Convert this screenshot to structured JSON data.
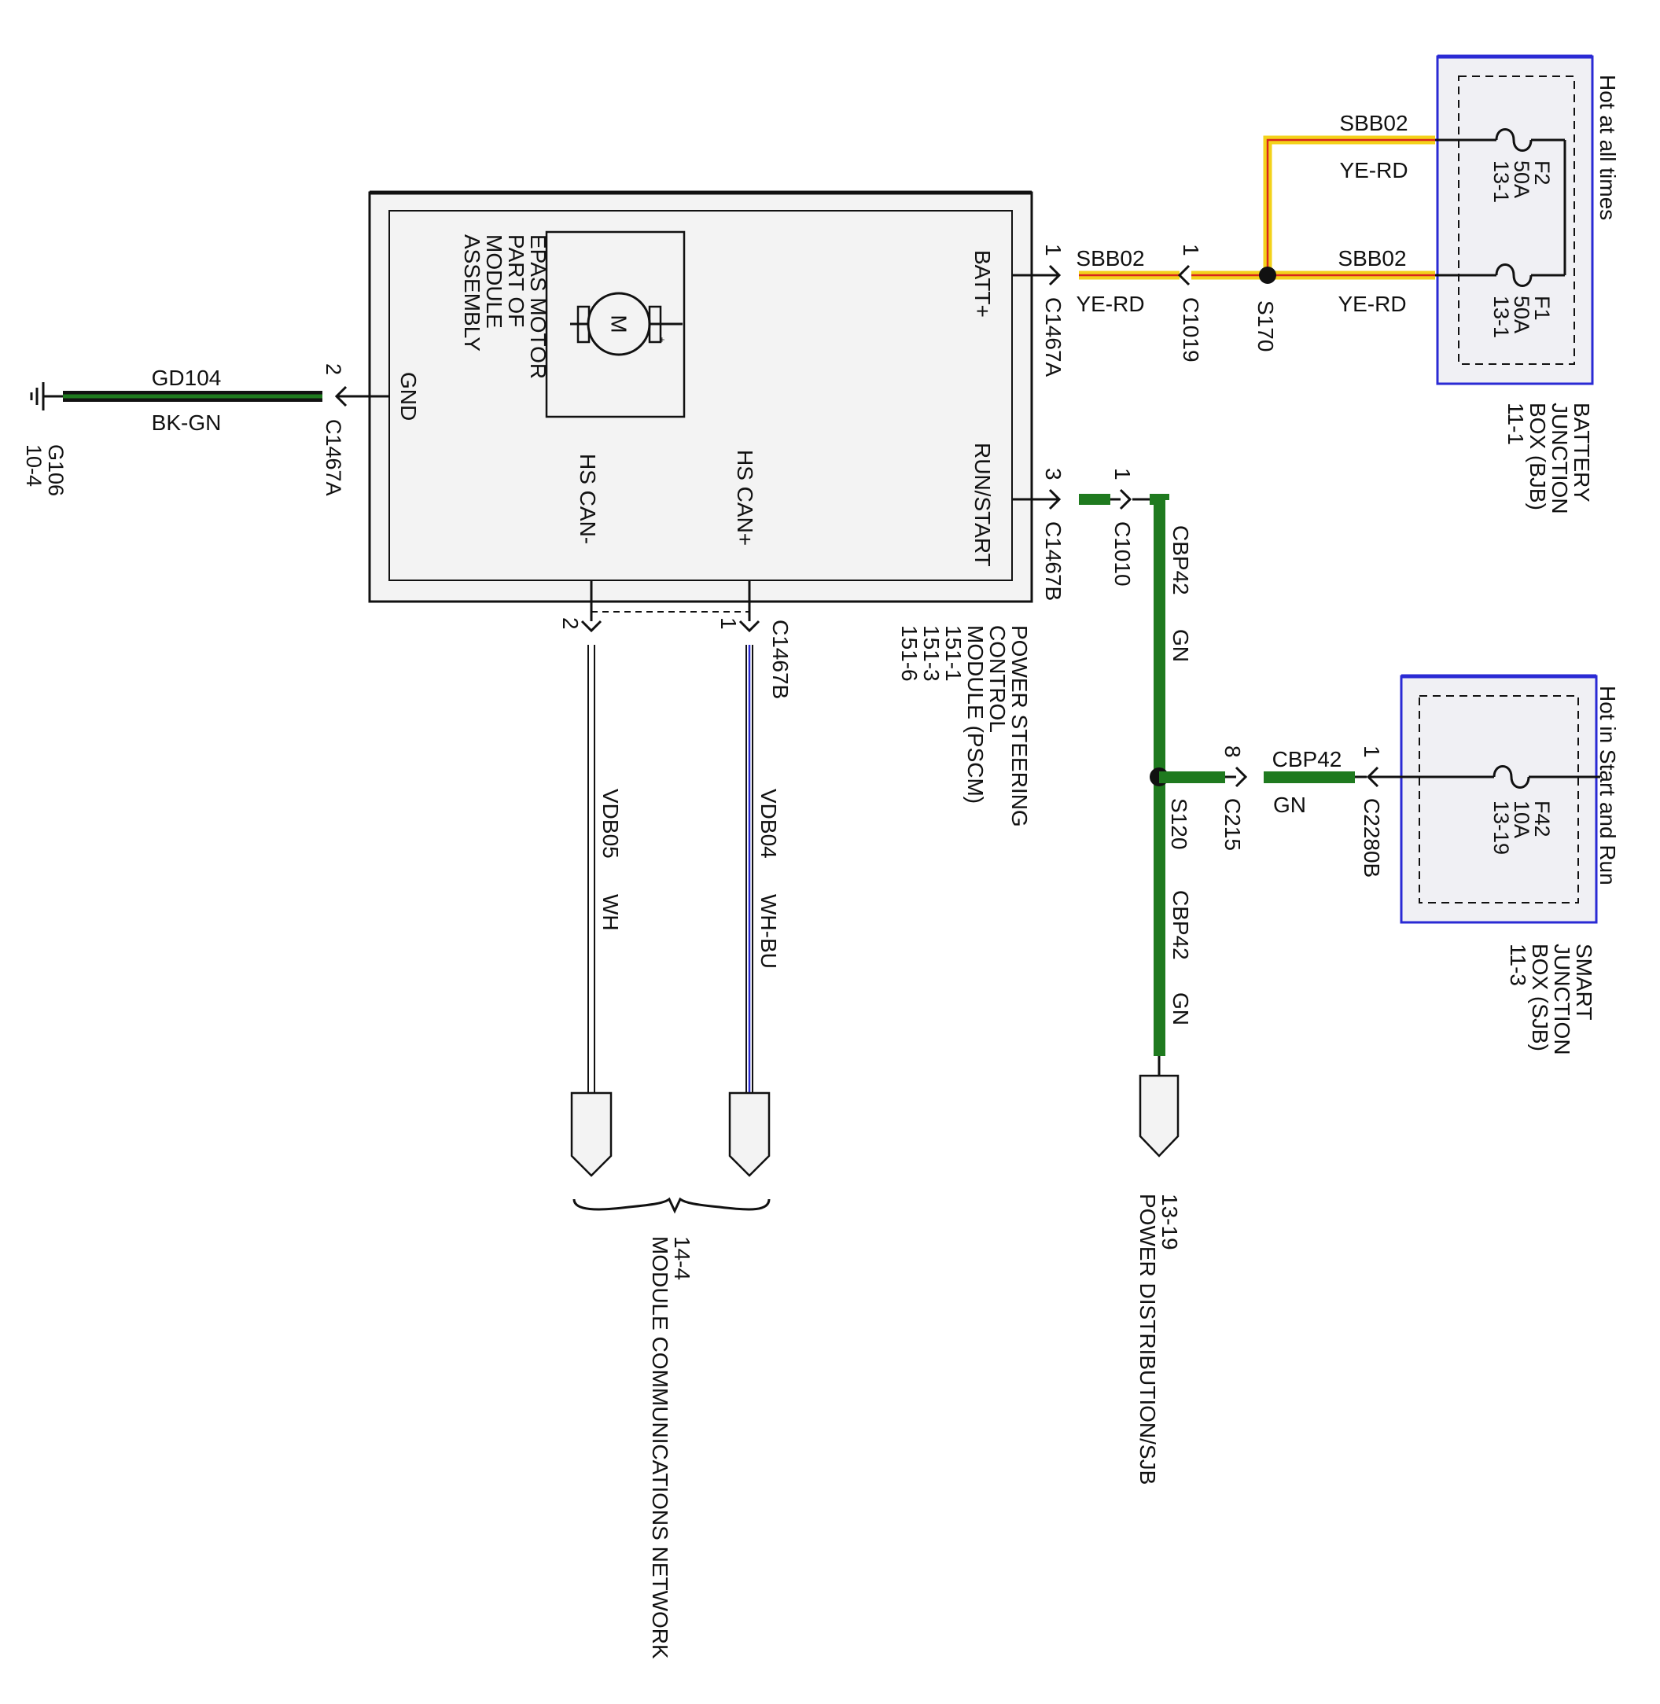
{
  "pscm": {
    "title_lines": [
      "POWER STEERING",
      "CONTROL",
      "MODULE (PSCM)",
      "151-1",
      "151-3",
      "151-6"
    ],
    "pins": {
      "batt": "BATT+",
      "run_start": "RUN/START",
      "gnd": "GND",
      "can_plus": "HS CAN+",
      "can_minus": "HS CAN-"
    },
    "motor_lines": [
      "EPAS MOTOR",
      "PART OF",
      "MODULE",
      "ASSEMBLY"
    ],
    "motor_symbol": "M"
  },
  "ground": {
    "circuit": "GD104",
    "color": "BK-GN",
    "pin": "2",
    "connector": "C1467A",
    "ground_id": "G106",
    "ground_ref": "10-4"
  },
  "batt_feed": {
    "pin1": "1",
    "connector1": "C1467A",
    "circuit": "SBB02",
    "color": "YE-RD",
    "pin2": "1",
    "connector2": "C1019",
    "splice": "S170",
    "upper_circuit": "SBB02",
    "upper_color": "YE-RD",
    "lower_circuit": "SBB02",
    "lower_color": "YE-RD"
  },
  "bjb": {
    "hot_label": "Hot at all times",
    "fuse_f2": [
      "F2",
      "50A",
      "13-1"
    ],
    "fuse_f1": [
      "F1",
      "50A",
      "13-1"
    ],
    "title_lines": [
      "BATTERY",
      "JUNCTION",
      "BOX (BJB)",
      "11-1"
    ]
  },
  "run_feed": {
    "pin1": "3",
    "connector1": "C1467B",
    "pin2": "1",
    "connector2": "C1010",
    "circuit": "CBP42",
    "color": "GN",
    "splice": "S120",
    "branch_pin": "8",
    "branch_connector": "C215",
    "branch_circuit": "CBP42",
    "branch_color": "GN",
    "sjb_pin": "1",
    "sjb_connector": "C2280B",
    "lower_circuit": "CBP42",
    "lower_color": "GN",
    "dest_ref": "13-19",
    "dest_label": "POWER DISTRIBUTION/SJB"
  },
  "sjb": {
    "hot_label": "Hot in Start and Run",
    "fuse_f42": [
      "F42",
      "10A",
      "13-19"
    ],
    "title_lines": [
      "SMART",
      "JUNCTION",
      "BOX (SJB)",
      "11-3"
    ]
  },
  "can": {
    "pin_plus": "1",
    "pin_minus": "2",
    "connector": "C1467B",
    "plus_circuit": "VDB04",
    "plus_color": "WH-BU",
    "minus_circuit": "VDB05",
    "minus_color": "WH",
    "dest_ref": "14-4",
    "dest_label": "MODULE COMMUNICATIONS NETWORK"
  },
  "colors": {
    "green": "#1f7a1f",
    "yellow": "#f3d21a",
    "red": "#d8261c",
    "blue": "#2a2ad4",
    "box_fill": "#f2f2f2"
  }
}
